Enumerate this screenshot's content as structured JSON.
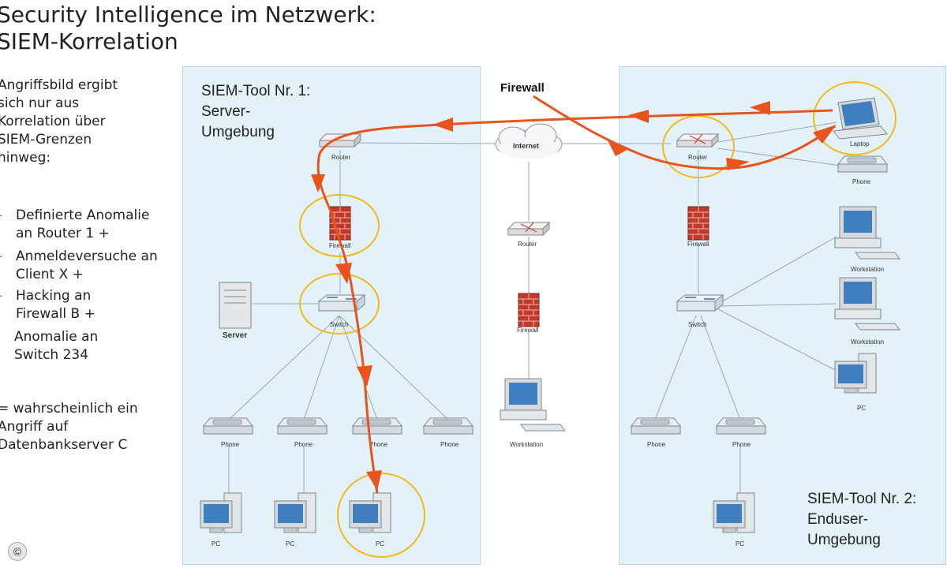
{
  "title": {
    "line1": "Security Intelligence im Netzwerk:",
    "line2": "SIEM-Korrelation"
  },
  "sidebar": {
    "intro": [
      "Angriffsbild ergibt",
      "sich nur aus",
      "Korrelation über",
      "SIEM-Grenzen",
      "hinweg:"
    ],
    "bullets": [
      {
        "text": "Definierte Anomalie an Router 1 +",
        "marker": "-"
      },
      {
        "text": "Anmeldeversuche an Client X +",
        "marker": "-"
      },
      {
        "text": "Hacking an Firewall B +",
        "marker": "-"
      },
      {
        "text": "Anomalie an Switch 234",
        "marker": ""
      }
    ],
    "conclusion": [
      "= wahrscheinlich ein",
      "Angriff auf",
      "Datenbankserver C"
    ]
  },
  "panel_left": {
    "label": [
      "SIEM-Tool Nr. 1:",
      "Server-",
      "Umgebung"
    ]
  },
  "panel_right": {
    "label": [
      "SIEM-Tool Nr. 2:",
      "Enduser-",
      "Umgebung"
    ]
  },
  "center": {
    "firewall_label": "Firewall"
  },
  "devices": {
    "router": "Router",
    "firewall": "Firewall",
    "switch": "Switch",
    "server": "Server",
    "phone": "Phone",
    "pc": "PC",
    "internet": "Internet",
    "workstation": "Workstation",
    "laptop": "Laptop"
  },
  "copyright": "©",
  "colors": {
    "panel_bg": "#e3f1f8",
    "attack_arrow": "#e8541e",
    "highlight_circle": "#f2b81e",
    "firewall_brick": "#c0392b"
  }
}
